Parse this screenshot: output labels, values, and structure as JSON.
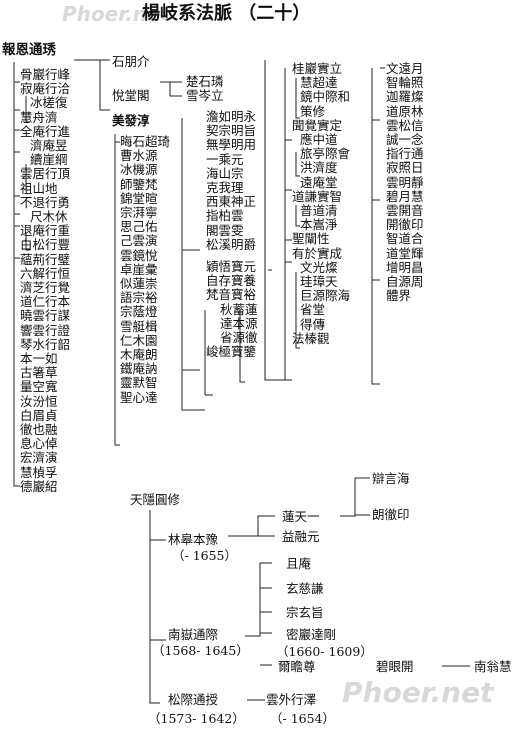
{
  "title": "楊岐系法脈 （二十）",
  "watermark": "Phoer.net",
  "upper": {
    "root": "報恩通琇",
    "left_list": [
      "骨巖行峰",
      "寂庵行洽",
      "冰槎復",
      "慧舟濟",
      "全庵行進",
      "濟庵昱",
      "續崖綱",
      "雲居行頂",
      "祖山地",
      "不退行勇",
      "尺木休",
      "退庵行重",
      "白松行豐",
      "蘊荊行璧",
      "六解行恒",
      "濟芝行覺",
      "道仁行本",
      "曉雲行謀",
      "響雲行證",
      "琴水行韶",
      "本一如",
      "古箸草",
      "量空寬",
      "汝汾恒",
      "白眉貞",
      "徹也融",
      "息心倬",
      "宏濟演",
      "慧楨孚",
      "德巖紹"
    ],
    "shi_peng": "石朋介",
    "yue_tang": "悅堂閣",
    "chu_shi": "楚石璘",
    "xue_cen": "雪岑立",
    "mei_fa": "美發淳",
    "col3": [
      [
        "晦石超琦",
        "曹水源",
        "冰機源",
        "師鑒梵",
        "錦堂暄",
        "宗湃寧",
        "思己佑",
        "己雲演",
        "雲鏡悅",
        "卓崖彙",
        "似蓮崇",
        "語宗裕",
        "宗蔭燈",
        "雪艇楫",
        "仁木園",
        "木庵朗",
        "鐵庵訥",
        "靈默智",
        "聖心達"
      ]
    ],
    "col4": [
      "澹如明永",
      "契宗明旨",
      "無學明用",
      "一乘元",
      "海山宗",
      "克我理",
      "西東神正",
      "指柏雲",
      "閣雲雯",
      "松溪明爵",
      "穎悟寶元",
      "自存寶養",
      "梵音寶裕",
      "秋蓄蓮",
      "達本源",
      "省源徹",
      "峻極寶鑒"
    ],
    "col5": [
      "桂巖實立",
      "慧超達",
      "鏡中際和",
      "策修",
      "聞覺實定",
      "應中道",
      "旅亭際會",
      "洪濟度",
      "遠庵堂",
      "道謙實智",
      "普道清",
      "本嵩淨",
      "聖闡性",
      "有於實成",
      "文光燦",
      "珪璋天",
      "巨源際海",
      "省堂",
      "得傳",
      "法榛觀"
    ],
    "col6": [
      [
        "文遠月",
        "智輪照",
        "迦羅燦",
        "道原林",
        "雲松信",
        "誠一念",
        "指行通",
        "寂照日",
        "雲明靜",
        "碧月慧",
        "雲開音",
        "開徹印",
        "智道合",
        "道堂輝",
        "增明昌",
        "自源周",
        "體界"
      ]
    ]
  },
  "lower": {
    "root": "天隱圓修",
    "lin_gao": "林皋本豫",
    "lin_gao_dates": "（- 1655）",
    "lian_tian": "蓮天一",
    "yi_rong": "益融元",
    "bian_yan": "辯言海",
    "lang_che": "朗徹印",
    "nan_yue": "南嶽通際",
    "nan_yue_dates": "（1568- 1645）",
    "nan_yue_children": [
      "且庵",
      "玄慈謙",
      "宗玄旨",
      "密巖達剛",
      "（1660- 1609）",
      "爾瞻尊",
      "碧眼開",
      "南翁慧"
    ],
    "song_ji": "松際通授",
    "song_ji_dates": "（1573- 1642）",
    "yun_wai": "雲外行澤",
    "yun_wai_dates": "（- 1654）"
  }
}
